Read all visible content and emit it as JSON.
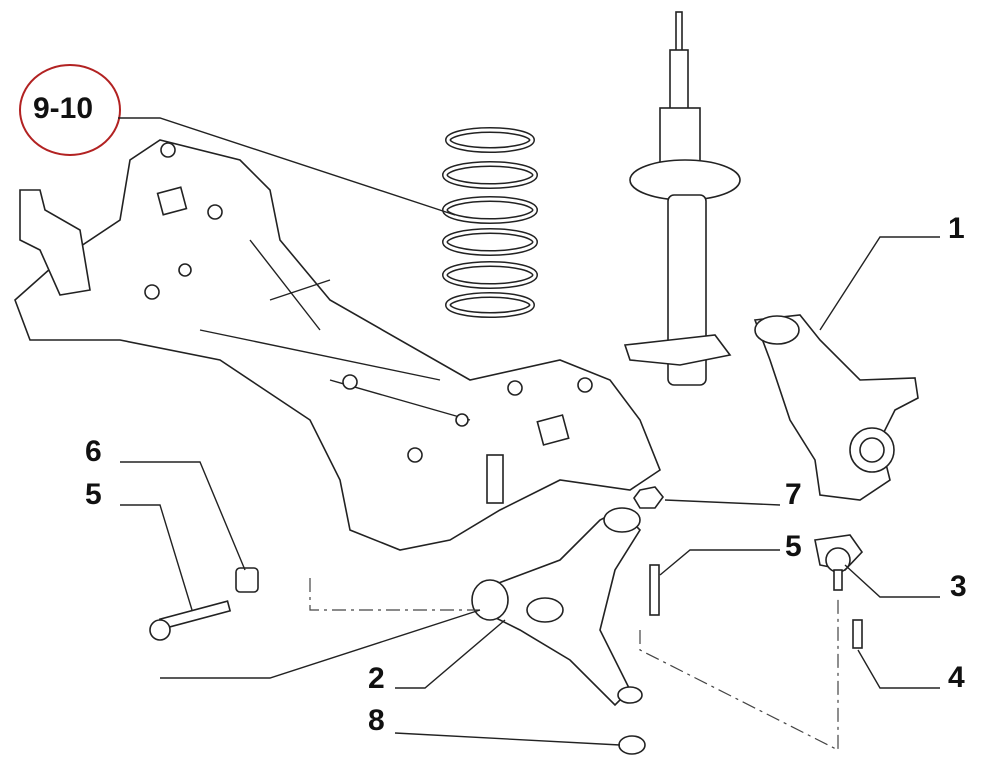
{
  "diagram": {
    "callouts": [
      {
        "id": "c910",
        "text": "9-10",
        "highlighted": true
      },
      {
        "id": "c1",
        "text": "1"
      },
      {
        "id": "c7",
        "text": "7"
      },
      {
        "id": "c5r",
        "text": "5"
      },
      {
        "id": "c3",
        "text": "3"
      },
      {
        "id": "c4",
        "text": "4"
      },
      {
        "id": "c6",
        "text": "6"
      },
      {
        "id": "c5l",
        "text": "5"
      },
      {
        "id": "c2",
        "text": "2"
      },
      {
        "id": "c8",
        "text": "8"
      }
    ],
    "highlight_color": "#b22222"
  }
}
